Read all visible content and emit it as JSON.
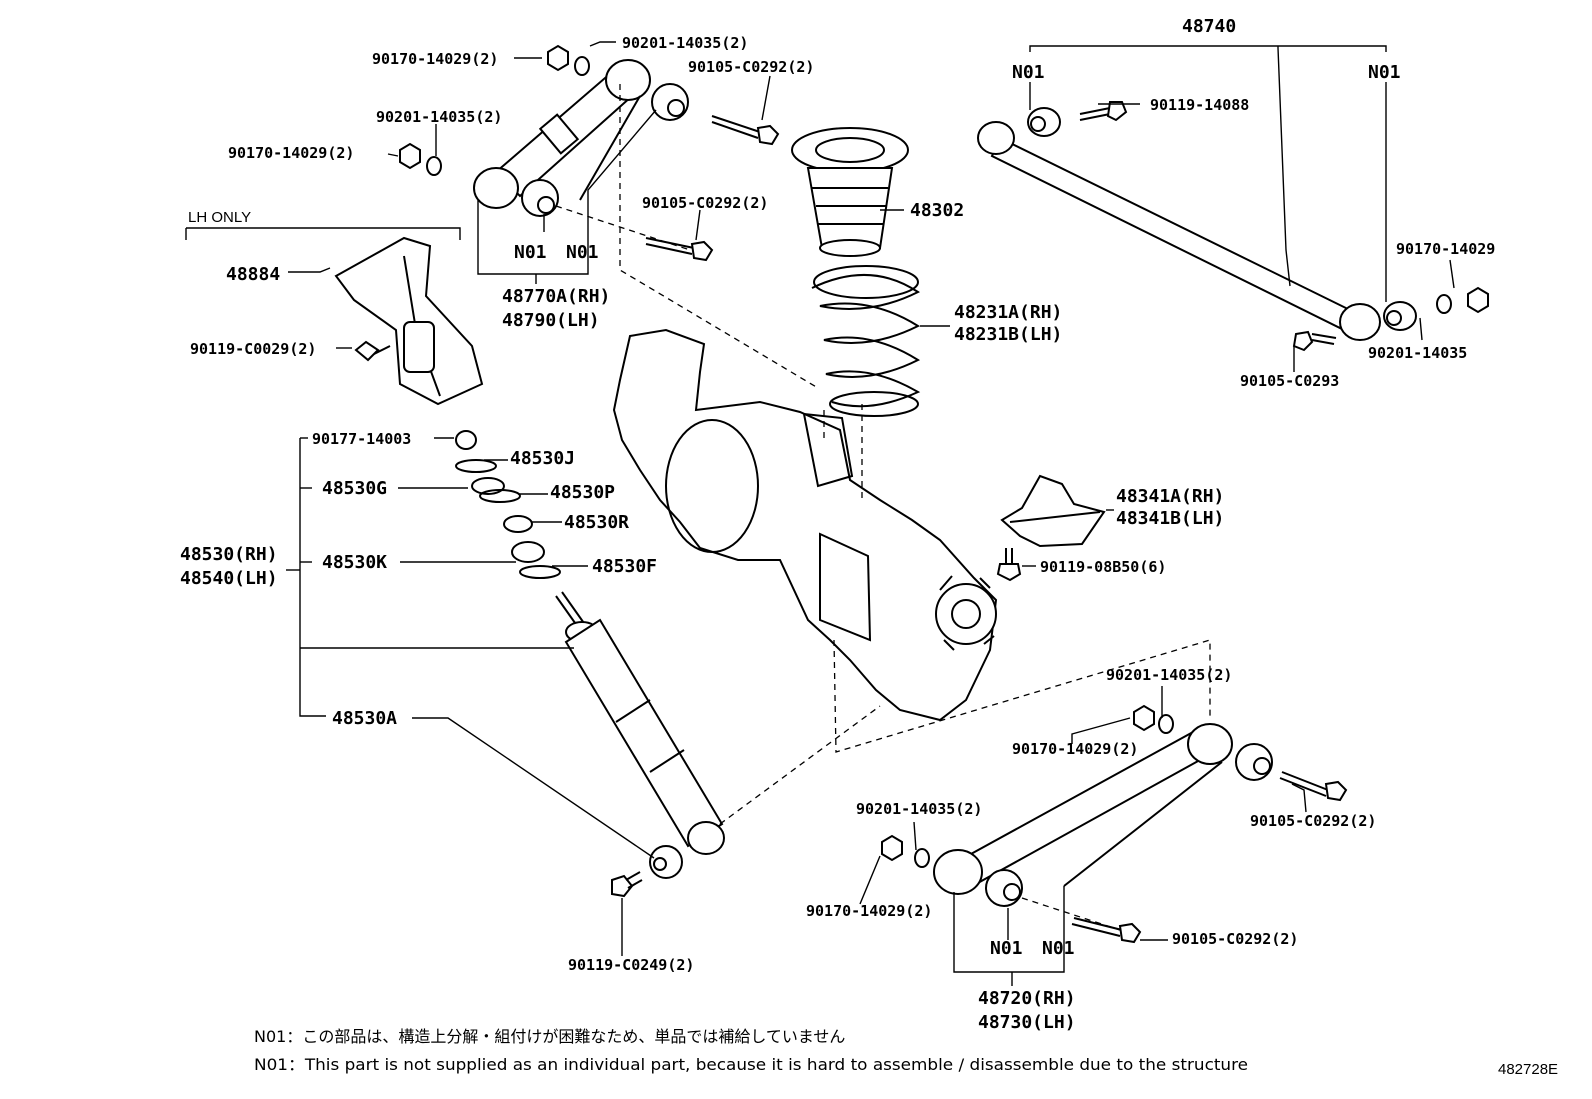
{
  "figure_id": "482728E",
  "labels": {
    "l48740": "48740",
    "l90201_14035_top": "90201-14035(2)",
    "l90170_14029_top": "90170-14029(2)",
    "l90105_C0292_top": "90105-C0292(2)",
    "l90201_14035_mid": "90201-14035(2)",
    "l90170_14029_mid": "90170-14029(2)",
    "l90105_C0292_mid": "90105-C0292(2)",
    "lh_only": "LH ONLY",
    "l48884": "48884",
    "l90119_C0029": "90119-C0029(2)",
    "n01_a": "N01",
    "n01_b": "N01",
    "l48770A": "48770A(RH)",
    "l48790": "48790(LH)",
    "l48302": "48302",
    "l48231A": "48231A(RH)",
    "l48231B": "48231B(LH)",
    "n01_c": "N01",
    "n01_d": "N01",
    "l90119_14088": "90119-14088",
    "l90170_14029_r": "90170-14029",
    "l90201_14035_r": "90201-14035",
    "l90105_C0293": "90105-C0293",
    "l90177_14003": "90177-14003",
    "l48530J": "48530J",
    "l48530G": "48530G",
    "l48530P": "48530P",
    "l48530R": "48530R",
    "l48530RH": "48530(RH)",
    "l48540LH": "48540(LH)",
    "l48530K": "48530K",
    "l48530F": "48530F",
    "l48530A": "48530A",
    "l48341A": "48341A(RH)",
    "l48341B": "48341B(LH)",
    "l90119_08B50": "90119-08B50(6)",
    "l90201_14035_lr": "90201-14035(2)",
    "l90170_14029_lr": "90170-14029(2)",
    "l90201_14035_lb": "90201-14035(2)",
    "l90105_C0292_lr": "90105-C0292(2)",
    "l90170_14029_lb": "90170-14029(2)",
    "l90119_C0249": "90119-C0249(2)",
    "n01_e": "N01",
    "n01_f": "N01",
    "l90105_C0292_lb": "90105-C0292(2)",
    "l48720": "48720(RH)",
    "l48730": "48730(LH)"
  },
  "notes": {
    "ja": "N01：この部品は、構造上分解・組付けが困難なため、単品では補給していません",
    "en": "N01：This part is not supplied as an individual part, because it is hard to assemble / disassemble due to the structure"
  }
}
